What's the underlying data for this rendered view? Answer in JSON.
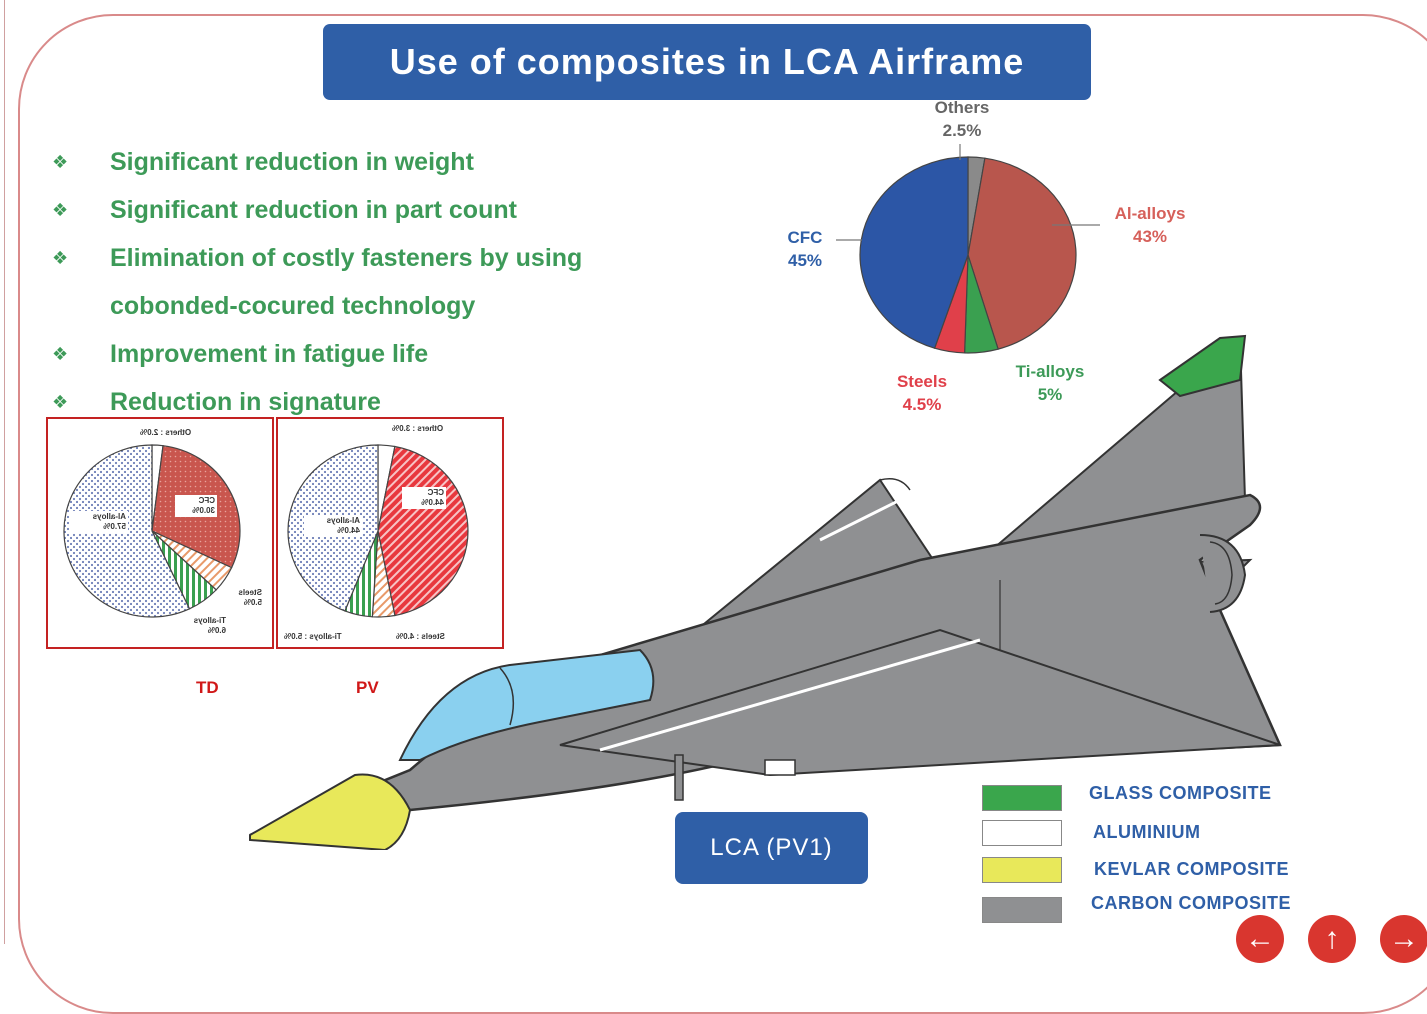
{
  "title": "Use of composites in LCA Airframe",
  "bullets": [
    "Significant reduction in weight",
    "Significant reduction in part count",
    "Elimination of costly fasteners by using",
    "cobonded-cocured technology",
    "Improvement in fatigue life",
    "Reduction in signature"
  ],
  "bullet_symbol": "❖",
  "main_pie": {
    "slices": [
      {
        "label": "Others",
        "value_text": "2.5%",
        "value": 2.5,
        "color": "#8a8a8a"
      },
      {
        "label": "Al-alloys",
        "value_text": "43%",
        "value": 43,
        "color": "#b8564d"
      },
      {
        "label": "Ti-alloys",
        "value_text": "5%",
        "value": 5,
        "color": "#3aa050"
      },
      {
        "label": "Steels",
        "value_text": "4.5%",
        "value": 4.5,
        "color": "#e0404a"
      },
      {
        "label": "CFC",
        "value_text": "45%",
        "value": 45,
        "color": "#2c56a6"
      }
    ],
    "label_colors": {
      "Others": "#666666",
      "Al-alloys": "#d6605a",
      "Ti-alloys": "#3d9a58",
      "Steels": "#e0404a",
      "CFC": "#2f5fa7"
    }
  },
  "sub_charts": [
    {
      "caption": "TD",
      "labels": [
        "Others : 2.0%",
        "CFC 30.0%",
        "Al-alloys 57.0%",
        "Steels 5.0%",
        "Ti-alloys 6.0%"
      ]
    },
    {
      "caption": "PV",
      "labels": [
        "Others : 3.0%",
        "CFC 44.0%",
        "Al-alloys 44.0%",
        "Ti-alloys : 5.0%",
        "Steels : 4.0%"
      ]
    }
  ],
  "aircraft_label": "LCA (PV1)",
  "legend": [
    {
      "label": "GLASS COMPOSITE",
      "color": "#3aa64c"
    },
    {
      "label": "ALUMINIUM",
      "color": "#ffffff"
    },
    {
      "label": "KEVLAR COMPOSITE",
      "color": "#e8e85a"
    },
    {
      "label": "CARBON COMPOSITE",
      "color": "#8f9092"
    }
  ],
  "nav": {
    "back_icon": "←",
    "up_icon": "↑",
    "forward_icon": "→"
  }
}
